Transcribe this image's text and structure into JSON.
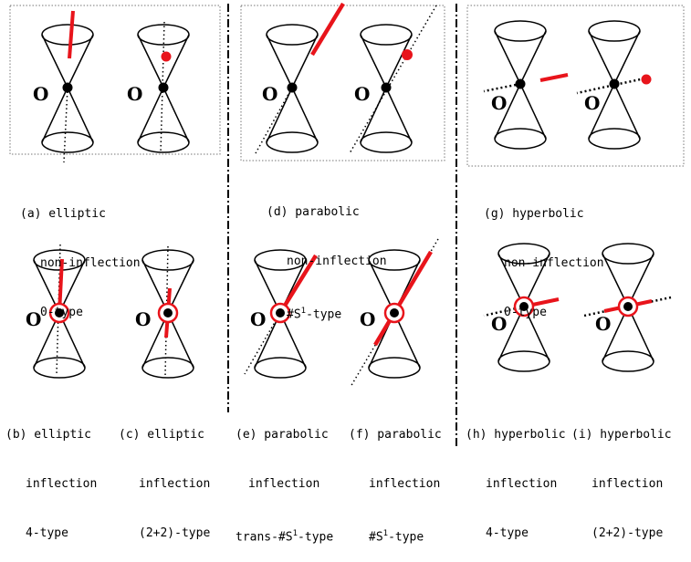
{
  "colors": {
    "accent": "#e8141b",
    "ink": "#000000",
    "box_border": "#777777",
    "divider": "#000000"
  },
  "origin_label": "O",
  "captions": {
    "a": {
      "line1": "(a) elliptic",
      "line2": "non-inflection",
      "line3": "0-type"
    },
    "b": {
      "line1": "(b) elliptic",
      "line2": "inflection",
      "line3": "4-type"
    },
    "c": {
      "line1": "(c) elliptic",
      "line2": "inflection",
      "line3": "(2+2)-type"
    },
    "d": {
      "line1": "(d) parabolic",
      "line2": "non-inflection",
      "line3_prefix": "#S",
      "line3_sup": "1",
      "line3_suffix": "-type"
    },
    "e": {
      "line1": "(e) parabolic",
      "line2": "inflection",
      "line3_prefix": "trans-#S",
      "line3_sup": "1",
      "line3_suffix": "-type"
    },
    "f": {
      "line1": "(f) parabolic",
      "line2": "inflection",
      "line3_prefix": "#S",
      "line3_sup": "1",
      "line3_suffix": "-type"
    },
    "g": {
      "line1": "(g) hyperbolic",
      "line2": "non-inflection",
      "line3": "0-type"
    },
    "h": {
      "line1": "(h) hyperbolic",
      "line2": "inflection",
      "line3": "4-type"
    },
    "i": {
      "line1": "(i) hyperbolic",
      "line2": "inflection",
      "line3": "(2+2)-type"
    }
  }
}
